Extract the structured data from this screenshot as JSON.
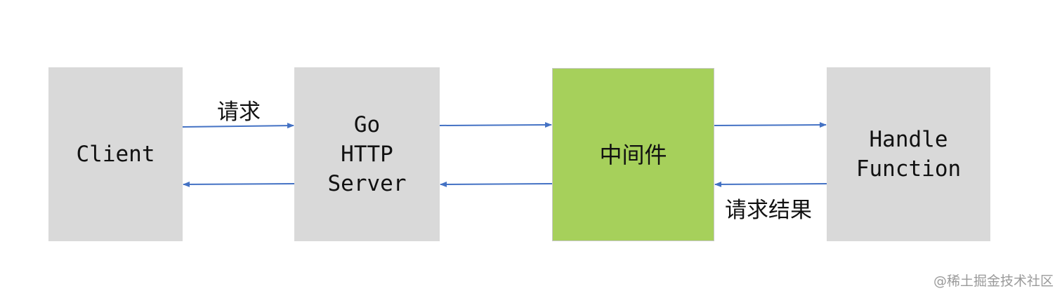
{
  "nodes": {
    "client": {
      "lines": [
        "Client"
      ]
    },
    "server": {
      "lines": [
        "Go",
        "HTTP",
        "Server"
      ]
    },
    "middleware": {
      "lines": [
        "中间件"
      ]
    },
    "handle": {
      "lines": [
        "Handle",
        "Function"
      ]
    }
  },
  "edges": {
    "request_label": "请求",
    "result_label": "请求结果"
  },
  "colors": {
    "node_fill": "#d9d9d9",
    "middleware_fill": "#a6d05b",
    "arrow": "#4472c4"
  },
  "watermark": "@稀土掘金技术社区"
}
